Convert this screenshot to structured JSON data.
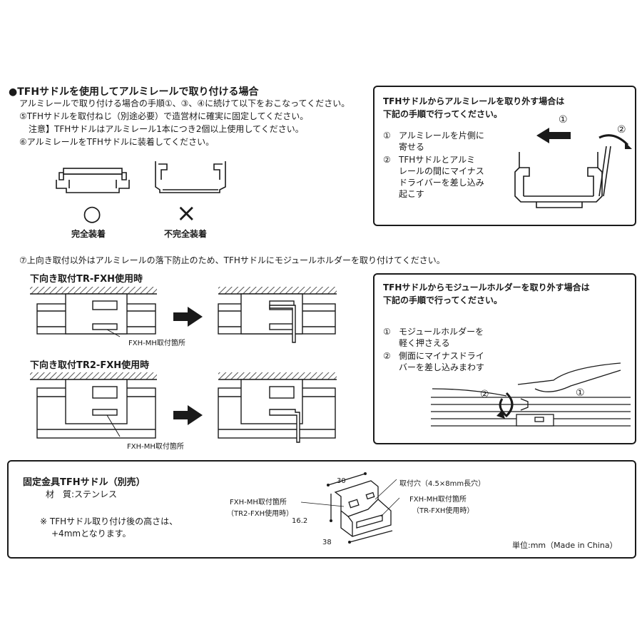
{
  "section1": {
    "title": "●TFHサドルを使用してアルミレールで取り付ける場合",
    "lines": [
      "アルミレールで取り付ける場合の手順①、③、④に続けて以下をおこなってください。",
      "⑤TFHサドルを取付ねじ（別途必要）で造営材に確実に固定してください。",
      "注意】TFHサドルはアルミレール1本につき2個以上使用してください。",
      "⑥アルミレールをTFHサドルに装着してください。"
    ],
    "ok_mark": "○",
    "ok_label": "完全装着",
    "ng_mark": "×",
    "ng_label": "不完全装着"
  },
  "remove_rail": {
    "title_1": "TFHサドルからアルミレールを取り外す場合は",
    "title_2": "下記の手順で行ってください。",
    "step1_num": "①",
    "step1_lines": [
      "アルミレールを片側に",
      "寄せる"
    ],
    "step2_num": "②",
    "step2_lines": [
      "TFHサドルとアルミ",
      "レールの間にマイナス",
      "ドライバーを差し込み",
      "起こす"
    ],
    "callout1": "①",
    "callout2": "②"
  },
  "step7": "⑦上向き取付以外はアルミレールの落下防止のため、TFHサドルにモジュールホルダーを取り付けてください。",
  "down_tr": {
    "title": "下向き取付TR-FXH使用時",
    "label": "FXH-MH取付箇所"
  },
  "down_tr2": {
    "title": "下向き取付TR2-FXH使用時",
    "label": "FXH-MH取付箇所"
  },
  "remove_holder": {
    "title_1": "TFHサドルからモジュールホルダーを取り外す場合は",
    "title_2": "下記の手順で行ってください。",
    "step1_num": "①",
    "step1_lines": [
      "モジュールホルダーを",
      "軽く押さえる"
    ],
    "step2_num": "②",
    "step2_lines": [
      "側面にマイナスドライ",
      "バーを差し込みまわす"
    ],
    "callout1": "①",
    "callout2": "②"
  },
  "spec": {
    "title": "固定金具TFHサドル（別売）",
    "material": "材　質:ステンレス",
    "note_1": "※ TFHサドル取り付け後の高さは、",
    "note_2": "+4mmとなります。",
    "dim_width": "30",
    "dim_height": "16.2",
    "dim_length": "38",
    "hole_label": "取付穴（4.5×8mm長穴）",
    "left_label_1": "FXH-MH取付箇所",
    "left_label_2": "（TR2-FXH使用時）",
    "right_label_1": "FXH-MH取付箇所",
    "right_label_2": "（TR-FXH使用時）",
    "unit": "単位:mm（Made in China）"
  }
}
